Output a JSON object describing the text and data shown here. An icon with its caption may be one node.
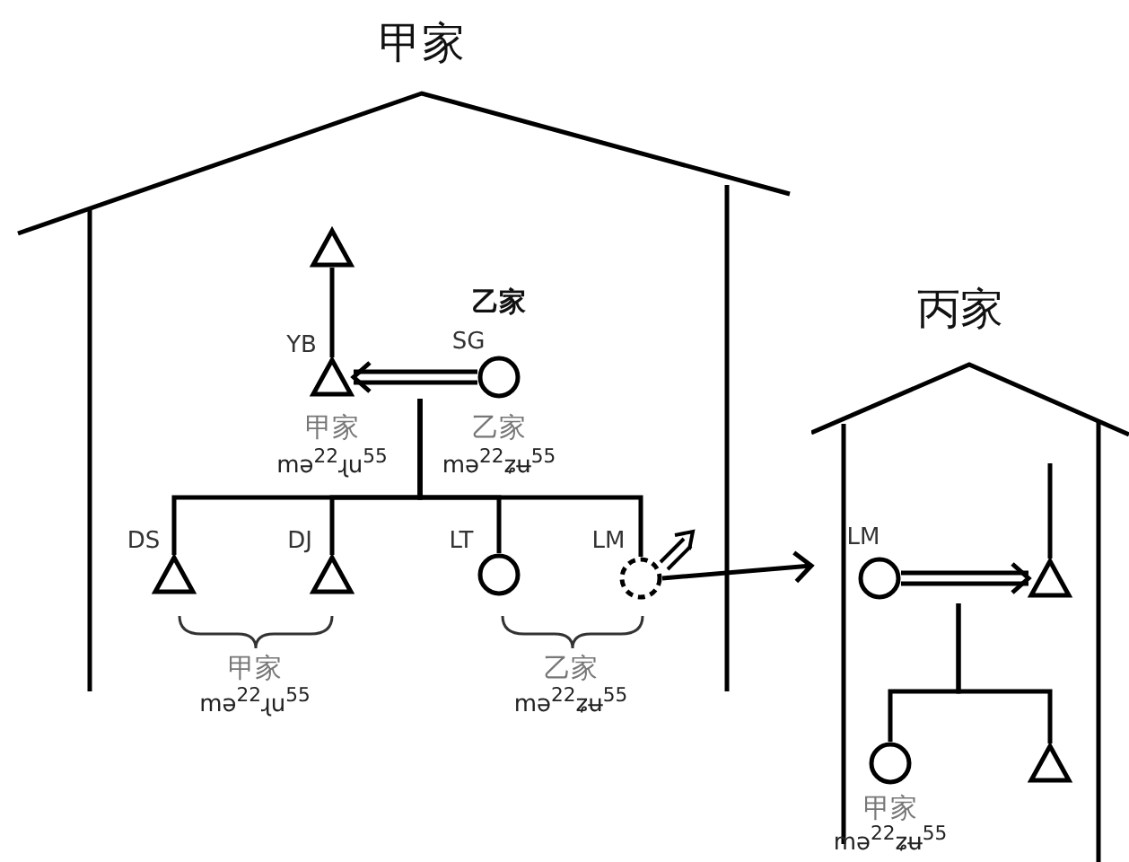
{
  "diagram": {
    "nodes": [
      {
        "text": [
          "甲家"
        ]
      },
      {
        "text": [],
        "shape": "triangle",
        "in": 0
      },
      {
        "text": [],
        "shape": "triangle",
        "in": 0,
        "beside": [
          "YB",
          "甲家",
          "mə$^{22}$ɻu$^{55}$"
        ]
      },
      {
        "text": [],
        "shape": "circle",
        "in": 0,
        "beside": [
          "SG",
          "乙家",
          "mə$^{22}$ʑʉ$^{55}$"
        ]
      },
      {
        "text": [],
        "shape": "triangle",
        "in": 0,
        "beside": [
          "DS"
        ]
      },
      {
        "text": [],
        "shape": "triangle",
        "in": 0,
        "beside": [
          "DJ"
        ]
      },
      {
        "text": [],
        "shape": "circle",
        "in": 0,
        "beside": [
          "LT"
        ]
      },
      {
        "text": [],
        "shape": "circle",
        "in": 0,
        "beside": [
          "LM"
        ]
      },
      {
        "text": [
          "丙家"
        ]
      },
      {
        "text": [],
        "shape": "circle",
        "in": 8,
        "beside": [
          "LM"
        ]
      },
      {
        "text": [],
        "shape": "triangle",
        "in": 8
      },
      {
        "text": [],
        "shape": "circle",
        "in": 8,
        "beside": [
          "甲家",
          "mə$^{22}$ʑʉ$^{55}$"
        ]
      },
      {
        "text": [],
        "shape": "triangle",
        "in": 8
      }
    ],
    "edges": [
      {
        "from": 1,
        "to": 2,
        "arrow": "none"
      },
      {
        "from": 3,
        "to": 2,
        "arrow": "to"
      },
      {
        "from": null,
        "to": 4,
        "arrow": "none"
      },
      {
        "from": null,
        "to": 5,
        "arrow": "none"
      },
      {
        "from": null,
        "to": 6,
        "arrow": "none"
      },
      {
        "from": null,
        "to": 7,
        "arrow": "none"
      },
      {
        "from": 7,
        "to": 8,
        "arrow": "to"
      },
      {
        "from": null,
        "to": 10,
        "arrow": "none"
      },
      {
        "from": 9,
        "to": 10,
        "arrow": "to"
      },
      {
        "from": null,
        "to": 11,
        "arrow": "none"
      },
      {
        "from": null,
        "to": 12,
        "arrow": "none"
      }
    ],
    "labels": [
      "乙家",
      "甲家",
      "mə$^{22}$ɻu$^{55}$",
      "乙家",
      "mə$^{22}$ʑʉ$^{55}$"
    ]
  }
}
